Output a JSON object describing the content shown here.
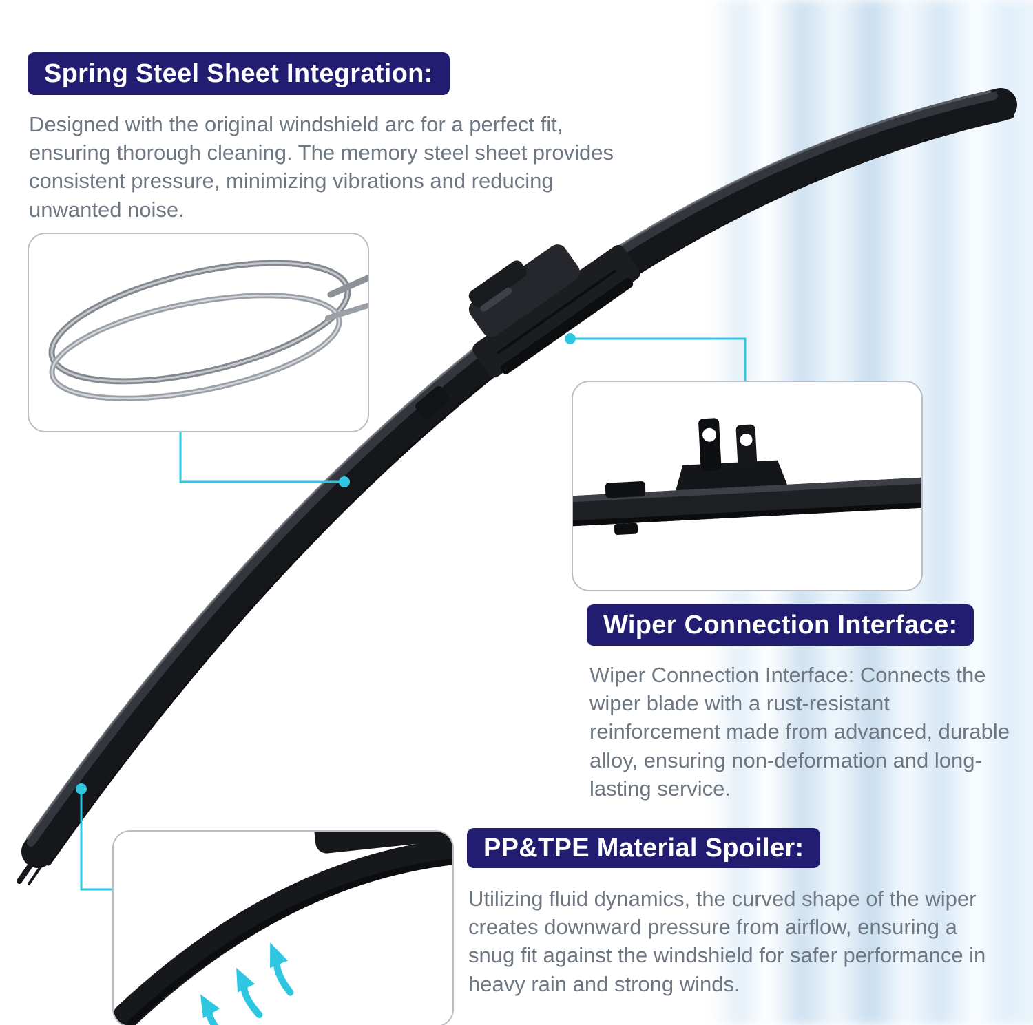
{
  "colors": {
    "navy": "#221d70",
    "cyan": "#2fc6e2",
    "text": "#6e7781",
    "blade": "#17181b"
  },
  "sections": {
    "spring_steel": {
      "title": "Spring Steel Sheet Integration:",
      "body": "Designed with the original windshield arc for a perfect fit, ensuring thorough cleaning. The memory steel sheet provides consistent pressure, minimizing vibrations and reducing unwanted noise."
    },
    "connection": {
      "title": "Wiper Connection Interface:",
      "body": "Wiper Connection Interface: Connects the wiper blade with a rust-resistant reinforcement made from advanced, durable alloy, ensuring non-deformation and long-lasting service."
    },
    "spoiler": {
      "title": "PP&TPE Material Spoiler:",
      "body": "Utilizing fluid dynamics, the curved shape of the wiper creates downward pressure from airflow, ensuring a snug fit against the windshield for safer performance in heavy rain and strong winds."
    }
  },
  "illustrations": {
    "main": "wiper-blade-product",
    "inset1": "spring-steel-sheets",
    "inset2": "connection-interface-closeup",
    "inset3": "spoiler-airflow-closeup"
  }
}
